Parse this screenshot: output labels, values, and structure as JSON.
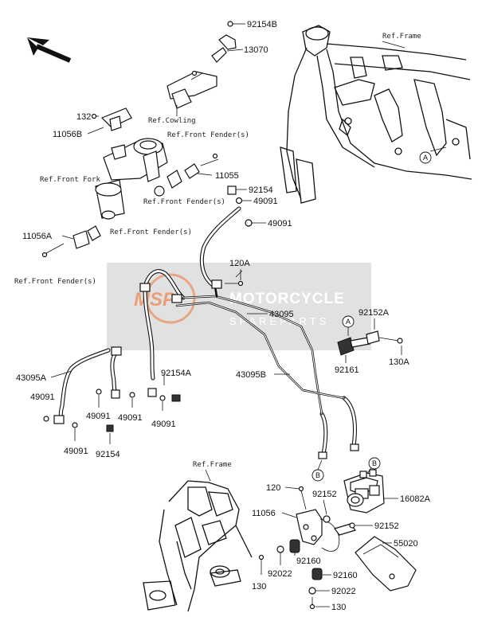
{
  "labels": {
    "p92154B": "92154B",
    "p13070": "13070",
    "refCowling": "Ref.Cowling",
    "refFrameTop": "Ref.Frame",
    "p132": "132",
    "p11056B": "11056B",
    "refFrontFender1": "Ref.Front Fender(s)",
    "refFrontFork": "Ref.Front Fork",
    "p11055": "11055",
    "p92154top": "92154",
    "p49091a": "49091",
    "p49091b": "49091",
    "refFrontFender2": "Ref.Front Fender(s)",
    "p11056A": "11056A",
    "refFrontFender3": "Ref.Front Fender(s)",
    "refFrontFender4": "Ref.Front Fender(s)",
    "p120A": "120A",
    "p43095": "43095",
    "p92152A": "92152A",
    "p130A": "130A",
    "p92161": "92161",
    "p43095A": "43095A",
    "p92154A": "92154A",
    "p43095B": "43095B",
    "p49091c": "49091",
    "p49091d": "49091",
    "p49091e": "49091",
    "p49091f": "49091",
    "p49091g": "49091",
    "p92154bot": "92154",
    "refFrameBottom": "Ref.Frame",
    "p120": "120",
    "p92152a": "92152",
    "p16082A": "16082A",
    "p11056": "11056",
    "p92152b": "92152",
    "p55020": "55020",
    "p92160a": "92160",
    "p92022a": "92022",
    "p130a": "130",
    "p92160b": "92160",
    "p92022b": "92022",
    "p130b": "130"
  },
  "markers": {
    "A": "A",
    "B": "B"
  },
  "watermark": {
    "logo": "MSP",
    "line1": "MOTORCYCLE",
    "line2": "SPAREPARTS"
  },
  "colors": {
    "watermark_box": "#c8c8c8",
    "watermark_logo": "#e8a07a"
  }
}
